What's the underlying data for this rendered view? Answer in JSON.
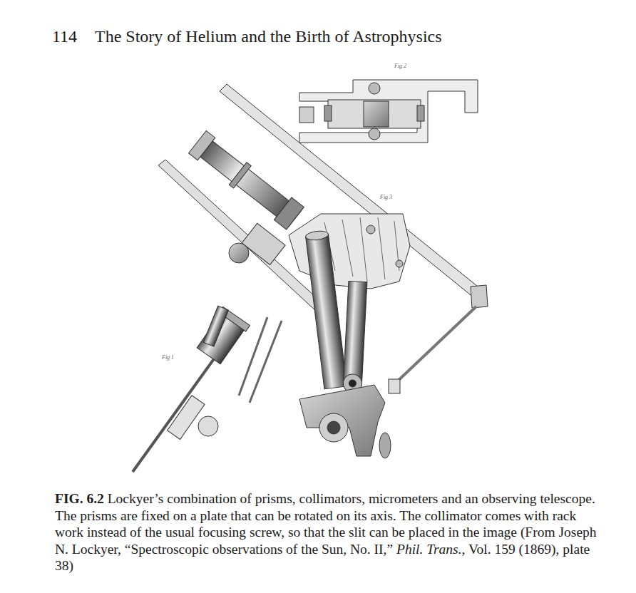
{
  "diagram": {
    "caption": "FIG. 6.2 Lockyer’s combination of prisms, collimators, micrometers and an observing telescope. The prisms are fixed on a plate that can be rotated on its axis. The collimator comes with rack work instead of the usual focusing screw, so that the slit can be placed in the image (From Joseph N. Lockyer, “Spectroscopic observations of the Sun, No. II,” Phil. Trans., Vol. 159 (1869), plate 38)",
    "labels": [
      "114",
      "The Story of Helium and the Birth of Astrophysics",
      "Fig 2",
      "Fig 3",
      "Fig 1"
    ]
  }
}
